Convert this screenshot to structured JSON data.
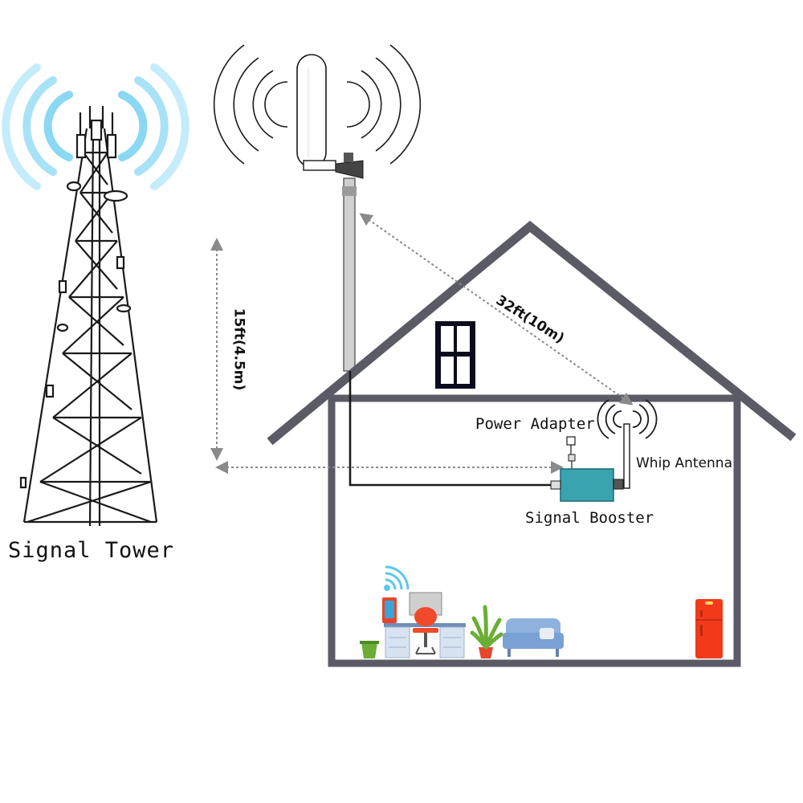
{
  "labels": {
    "signal_tower": "Signal Tower",
    "power_adapter": "Power Adapter",
    "whip_antenna": "Whip Antenna",
    "signal_booster": "Signal Booster",
    "height_dimension": "15ft(4.5m)",
    "cable_dimension": "32ft(10m)"
  },
  "icons": {
    "tower": "cell-tower-icon",
    "outdoor_antenna": "omni-antenna-icon",
    "booster": "signal-booster-icon",
    "whip": "whip-antenna-icon",
    "adapter": "power-adapter-icon"
  },
  "colors": {
    "signal_waves_tower": "#5bc8ee",
    "house_outline": "#5b5b66",
    "booster_body": "#3aa3b0",
    "window": "#0b0b1e",
    "fridge": "#f23a1a",
    "sofa": "#8fb2de",
    "plant": "#6aae35",
    "dimension_arrow": "#8a8a8a"
  }
}
